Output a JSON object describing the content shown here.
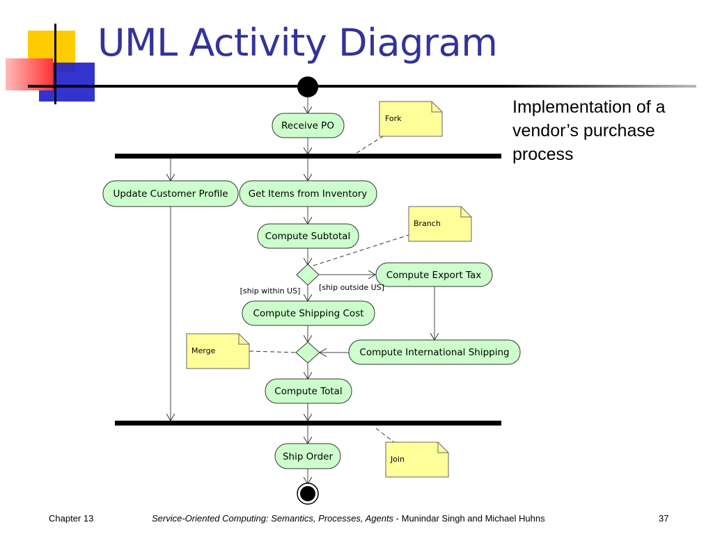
{
  "slide": {
    "title": "UML Activity Diagram",
    "side_note": "Implementation of a vendor’s purchase process"
  },
  "diagram": {
    "activities": {
      "receive_po": "Receive PO",
      "update_customer_profile": "Update Customer Profile",
      "get_items_from_inventory": "Get Items from Inventory",
      "compute_subtotal": "Compute Subtotal",
      "compute_export_tax": "Compute Export Tax",
      "compute_shipping_cost": "Compute Shipping Cost",
      "compute_international_shipping": "Compute International Shipping",
      "compute_total": "Compute Total",
      "ship_order": "Ship Order"
    },
    "guards": {
      "ship_within_us": "[ship within US]",
      "ship_outside_us": "[ship outside US]"
    },
    "notes": {
      "fork": "Fork",
      "branch": "Branch",
      "merge": "Merge",
      "join": "Join"
    },
    "colors": {
      "activity_fill": "#ccffcc",
      "note_fill": "#ffff99",
      "title": "#333399"
    }
  },
  "footer": {
    "chapter": "Chapter 13",
    "book": "Service-Oriented Computing: Semantics, Processes, Agents",
    "authors": " - Munindar Singh and Michael Huhns",
    "page": "37"
  }
}
